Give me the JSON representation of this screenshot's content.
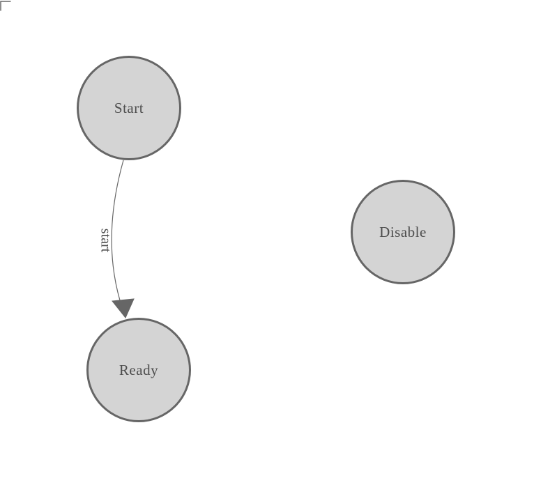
{
  "canvas": {
    "background": "#ffffff",
    "has_origin_corner_mark": true
  },
  "diagram": {
    "type": "state-diagram",
    "nodes": [
      {
        "id": "start",
        "label": "Start"
      },
      {
        "id": "ready",
        "label": "Ready"
      },
      {
        "id": "disable",
        "label": "Disable"
      }
    ],
    "edges": [
      {
        "from": "start",
        "to": "ready",
        "label": "start",
        "has_arrowhead": true
      }
    ],
    "colors": {
      "node_fill": "#d4d4d4",
      "node_stroke": "#666666",
      "node_text": "#4d4d4d",
      "edge_stroke": "#666666",
      "edge_label_text": "#4d4d4d",
      "arrowhead_fill": "#666666"
    }
  }
}
